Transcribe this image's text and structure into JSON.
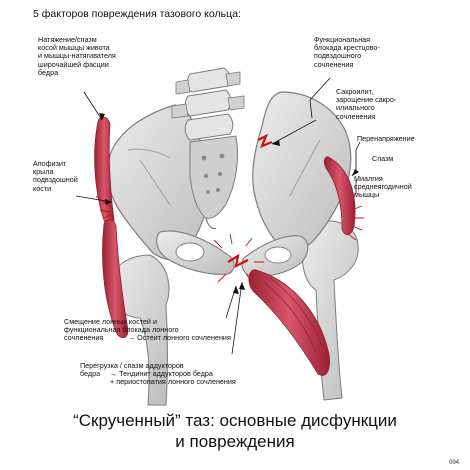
{
  "header": {
    "title": "5 факторов повреждения тазового кольца:"
  },
  "labels": {
    "left_top": "Натяжение/спазм\nкосой мышцы живота\nи мышцы-натягивателя\nширочайшей фасции\nбедра",
    "left_mid": "Апофизит\nкрыла\nподвздошной\nкости",
    "right_top": "Функциональная\nблокада крестцово-\nподвздошного\nсочленения",
    "right_sacro": "Сакроилит,\nзарощение сакро-\nилиального\nсочленения",
    "right_overstrain": "Перенапряжение",
    "right_spasm": "Спазм",
    "right_myalgia": "Миалгия\nсреднеягодичной\nмышцы",
    "bottom_pubic": "Смещение лонных костей и\nфункциональная блокада лонного\nсочленения",
    "bottom_osteitis": "→ Остеит лонного сочленения",
    "bottom_adductor": "Перегрузка / спазм аддукторов\nбедра",
    "bottom_tendinitis": "→ Тендинит аддукторов бедра\n+ периостопатия лонного сочленения"
  },
  "caption": {
    "line1": "“Скрученный” таз: основные дисфункции",
    "line2": "и повреждения"
  },
  "page_code": "094",
  "colors": {
    "bone": "#dcdcdc",
    "bone_shade": "#a9a9a9",
    "bone_outline": "#7d7d7d",
    "muscle": "#c23a4a",
    "muscle_dark": "#8e1f2e",
    "lesion": "#cc1010",
    "text": "#111111"
  }
}
